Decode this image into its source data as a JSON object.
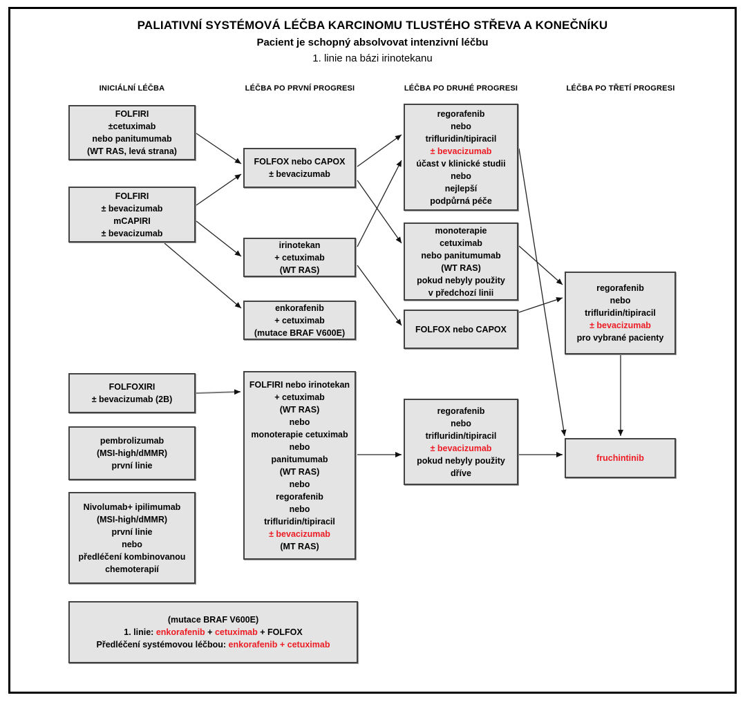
{
  "page": {
    "title": "PALIATIVNÍ SYSTÉMOVÁ LÉČBA KARCINOMU TLUSTÉHO STŘEVA A KONEČNÍKU",
    "subtitle": "Pacient je schopný absolvovat intenzivní léčbu",
    "subtitle2": "1. linie na bázi irinotekanu"
  },
  "column_headers": [
    "INICIÁLNÍ LÉČBA",
    "LÉČBA PO PRVNÍ PROGRESI",
    "LÉČBA PO DRUHÉ PROGRESI",
    "LÉČBA PO TŘETÍ PROGRESI"
  ],
  "colors": {
    "red": "#ed1c24",
    "box_fill": "#e4e4e4",
    "box_border": "#424242"
  },
  "boxes": {
    "b1": {
      "lines": [
        [
          {
            "t": "FOLFIRI"
          }
        ],
        [
          {
            "t": "±cetuximab"
          }
        ],
        [
          {
            "t": "nebo panitumumab"
          }
        ],
        [
          {
            "t": "(WT RAS, levá strana)"
          }
        ]
      ]
    },
    "b2": {
      "lines": [
        [
          {
            "t": "FOLFIRI"
          }
        ],
        [
          {
            "t": "± bevacizumab"
          }
        ],
        [
          {
            "t": "mCAPIRI"
          }
        ],
        [
          {
            "t": "± bevacizumab"
          }
        ]
      ]
    },
    "b3": {
      "lines": [
        [
          {
            "t": "FOLFOXIRI"
          }
        ],
        [
          {
            "t": "± bevacizumab (2B)"
          }
        ]
      ]
    },
    "b4": {
      "lines": [
        [
          {
            "t": "pembrolizumab"
          }
        ],
        [
          {
            "t": "(MSI-high/dMMR)"
          }
        ],
        [
          {
            "t": "první linie"
          }
        ]
      ]
    },
    "b5": {
      "lines": [
        [
          {
            "t": "Nivolumab+ ipilimumab"
          }
        ],
        [
          {
            "t": "(MSI-high/dMMR)"
          }
        ],
        [
          {
            "t": "první linie"
          }
        ],
        [
          {
            "t": "nebo"
          }
        ],
        [
          {
            "t": "předléčení kombinovanou"
          }
        ],
        [
          {
            "t": "chemoterapií"
          }
        ]
      ]
    },
    "b6": {
      "lines": [
        [
          {
            "t": "(mutace BRAF V600E)"
          }
        ],
        [
          {
            "t": "1. linie: "
          },
          {
            "t": "enkorafenib",
            "c": "red"
          },
          {
            "t": " + "
          },
          {
            "t": "cetuximab",
            "c": "red"
          },
          {
            "t": " + FOLFOX"
          }
        ],
        [
          {
            "t": "Předléčení systémovou léčbou: "
          },
          {
            "t": "enkorafenib + cetuximab",
            "c": "red"
          }
        ]
      ]
    },
    "c1": {
      "lines": [
        [
          {
            "t": "FOLFOX nebo CAPOX"
          }
        ],
        [
          {
            "t": "± bevacizumab"
          }
        ]
      ]
    },
    "c2": {
      "lines": [
        [
          {
            "t": "irinotekan"
          }
        ],
        [
          {
            "t": "+ cetuximab"
          }
        ],
        [
          {
            "t": "(WT RAS)"
          }
        ]
      ]
    },
    "c3": {
      "lines": [
        [
          {
            "t": "enkorafenib"
          }
        ],
        [
          {
            "t": "+ cetuximab"
          }
        ],
        [
          {
            "t": "(mutace BRAF V600E)"
          }
        ]
      ]
    },
    "c4": {
      "lines": [
        [
          {
            "t": "FOLFIRI nebo irinotekan"
          }
        ],
        [
          {
            "t": "+ cetuximab"
          }
        ],
        [
          {
            "t": "(WT RAS)"
          }
        ],
        [
          {
            "t": "nebo"
          }
        ],
        [
          {
            "t": "monoterapie cetuximab"
          }
        ],
        [
          {
            "t": "nebo"
          }
        ],
        [
          {
            "t": "panitumumab"
          }
        ],
        [
          {
            "t": "(WT RAS)"
          }
        ],
        [
          {
            "t": "nebo"
          }
        ],
        [
          {
            "t": "regorafenib"
          }
        ],
        [
          {
            "t": "nebo"
          }
        ],
        [
          {
            "t": "trifluridin/tipiracil"
          }
        ],
        [
          {
            "t": "± bevacizumab",
            "c": "red"
          }
        ],
        [
          {
            "t": "(MT RAS)"
          }
        ]
      ]
    },
    "d1": {
      "lines": [
        [
          {
            "t": "regorafenib"
          }
        ],
        [
          {
            "t": "nebo"
          }
        ],
        [
          {
            "t": "trifluridin/tipiracil"
          }
        ],
        [
          {
            "t": "± bevacizumab",
            "c": "red"
          }
        ],
        [
          {
            "t": "účast v klinické studii"
          }
        ],
        [
          {
            "t": "nebo"
          }
        ],
        [
          {
            "t": "nejlepší"
          }
        ],
        [
          {
            "t": "podpůrná péče"
          }
        ]
      ]
    },
    "d2": {
      "lines": [
        [
          {
            "t": "monoterapie"
          }
        ],
        [
          {
            "t": "cetuximab"
          }
        ],
        [
          {
            "t": "nebo panitumumab"
          }
        ],
        [
          {
            "t": "(WT RAS)"
          }
        ],
        [
          {
            "t": "pokud nebyly použity"
          }
        ],
        [
          {
            "t": "v předchozí linii"
          }
        ]
      ]
    },
    "d3": {
      "lines": [
        [
          {
            "t": "FOLFOX nebo CAPOX"
          }
        ]
      ]
    },
    "d4": {
      "lines": [
        [
          {
            "t": "regorafenib"
          }
        ],
        [
          {
            "t": "nebo"
          }
        ],
        [
          {
            "t": "trifluridin/tipiracil"
          }
        ],
        [
          {
            "t": "± bevacizumab",
            "c": "red"
          }
        ],
        [
          {
            "t": "pokud nebyly použity"
          }
        ],
        [
          {
            "t": "dříve"
          }
        ]
      ]
    },
    "e1": {
      "lines": [
        [
          {
            "t": "regorafenib"
          }
        ],
        [
          {
            "t": "nebo"
          }
        ],
        [
          {
            "t": "trifluridin/tipiracil"
          }
        ],
        [
          {
            "t": "± bevacizumab",
            "c": "red"
          }
        ],
        [
          {
            "t": "pro vybrané pacienty"
          }
        ]
      ]
    },
    "e2": {
      "lines": [
        [
          {
            "t": "fruchintinib",
            "c": "red"
          }
        ]
      ]
    }
  }
}
